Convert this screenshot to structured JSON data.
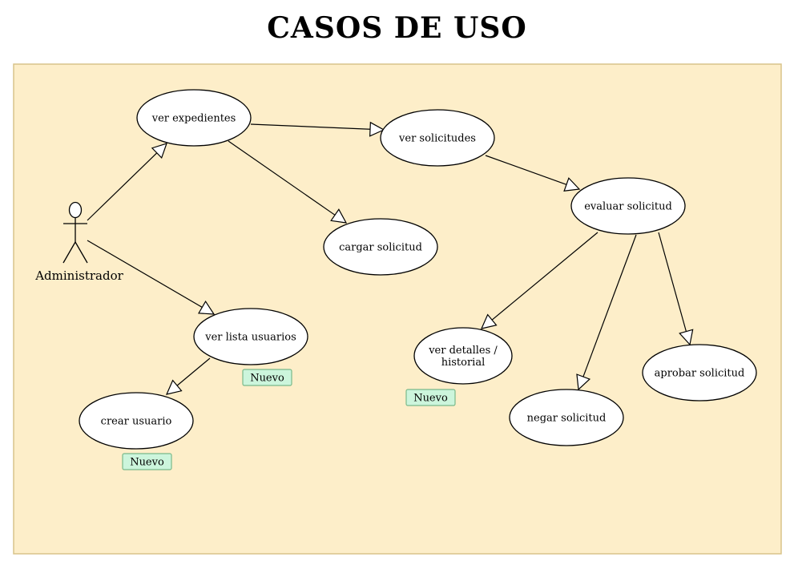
{
  "title": "CASOS DE USO",
  "colors": {
    "boundary_fill": "#fdeec9",
    "boundary_stroke": "#d8c48a",
    "badge_fill": "#ccf5dc",
    "badge_stroke": "#7ab98a"
  },
  "actor": {
    "id": "admin",
    "label": "Administrador"
  },
  "use_cases": [
    {
      "id": "ver-expedientes",
      "label": [
        "ver expedientes"
      ]
    },
    {
      "id": "ver-solicitudes",
      "label": [
        "ver solicitudes"
      ]
    },
    {
      "id": "cargar-solicitud",
      "label": [
        "cargar solicitud"
      ]
    },
    {
      "id": "evaluar-solicitud",
      "label": [
        "evaluar solicitud"
      ]
    },
    {
      "id": "ver-lista-usuarios",
      "label": [
        "ver lista usuarios"
      ]
    },
    {
      "id": "crear-usuario",
      "label": [
        "crear usuario"
      ]
    },
    {
      "id": "ver-detalles-historial",
      "label": [
        "ver detalles /",
        "historial"
      ]
    },
    {
      "id": "negar-solicitud",
      "label": [
        "negar solicitud"
      ]
    },
    {
      "id": "aprobar-solicitud",
      "label": [
        "aprobar solicitud"
      ]
    }
  ],
  "badges": [
    {
      "for": "ver-lista-usuarios",
      "label": "Nuevo"
    },
    {
      "for": "crear-usuario",
      "label": "Nuevo"
    },
    {
      "for": "ver-detalles-historial",
      "label": "Nuevo"
    }
  ],
  "edges": [
    {
      "from": "admin",
      "to": "ver-expedientes"
    },
    {
      "from": "admin",
      "to": "ver-lista-usuarios"
    },
    {
      "from": "ver-expedientes",
      "to": "ver-solicitudes"
    },
    {
      "from": "ver-expedientes",
      "to": "cargar-solicitud"
    },
    {
      "from": "ver-solicitudes",
      "to": "evaluar-solicitud"
    },
    {
      "from": "evaluar-solicitud",
      "to": "ver-detalles-historial"
    },
    {
      "from": "evaluar-solicitud",
      "to": "negar-solicitud"
    },
    {
      "from": "evaluar-solicitud",
      "to": "aprobar-solicitud"
    },
    {
      "from": "ver-lista-usuarios",
      "to": "crear-usuario"
    }
  ]
}
